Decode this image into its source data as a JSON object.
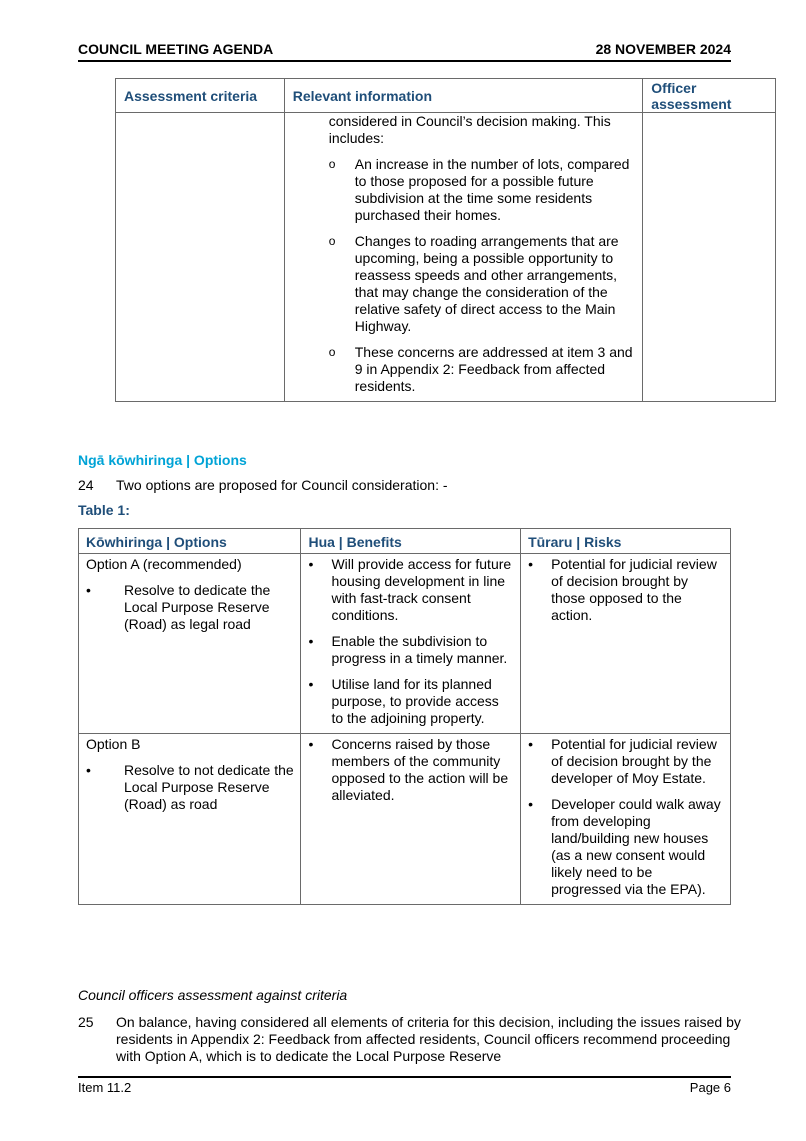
{
  "header": {
    "left": "COUNCIL MEETING AGENDA",
    "right": "28 NOVEMBER 2024"
  },
  "criteria_table": {
    "headers": [
      "Assessment criteria",
      "Relevant information",
      "Officer assessment"
    ],
    "intro": "considered in Council’s decision making. This includes:",
    "items": [
      "An increase in the number of lots, compared to those proposed for a possible future subdivision at the time some residents purchased their homes.",
      "Changes to roading arrangements that are upcoming, being a possible opportunity to reassess speeds and other arrangements, that may change the consideration of the relative safety of direct access to the Main Highway.",
      "These concerns are addressed at item 3 and 9 in Appendix 2: Feedback from affected residents."
    ],
    "bullet_glyph": "o"
  },
  "options_heading": "Ngā kōwhiringa | Options",
  "para24": {
    "num": "24",
    "text": "Two options are proposed for Council consideration: -"
  },
  "table1_caption": "Table 1:",
  "table1": {
    "headers": [
      "Kōwhiringa | Options",
      "Hua | Benefits",
      "Tūraru | Risks"
    ],
    "rows": [
      {
        "option": "Option A (recommended)",
        "option_items": [
          "Resolve to dedicate the Local Purpose Reserve (Road) as legal road"
        ],
        "benefits": [
          "Will provide access for future housing development in line with fast-track consent conditions.",
          "Enable the subdivision to progress in a timely manner.",
          "Utilise land for its planned purpose, to provide access to the adjoining property."
        ],
        "risks": [
          "Potential for judicial review of decision brought by those opposed to the action."
        ]
      },
      {
        "option": "Option B",
        "option_items": [
          "Resolve to not dedicate the Local Purpose Reserve (Road) as road"
        ],
        "benefits": [
          "Concerns raised by those members of the community opposed to the action will be alleviated."
        ],
        "risks": [
          "Potential for judicial review of decision brought by the developer of Moy Estate.",
          "Developer could walk away from developing land/building new houses (as a new consent would likely need to be progressed via the EPA)."
        ]
      }
    ],
    "bullet_glyph": "•"
  },
  "assessment_heading": "Council officers assessment against criteria",
  "para25": {
    "num": "25",
    "text": "On balance, having considered all elements of criteria for this decision, including the issues raised by residents in Appendix 2: Feedback from affected residents, Council officers recommend proceeding with Option A, which is to dedicate the Local Purpose Reserve"
  },
  "footer": {
    "left": "Item 11.2",
    "right": "Page 6"
  }
}
